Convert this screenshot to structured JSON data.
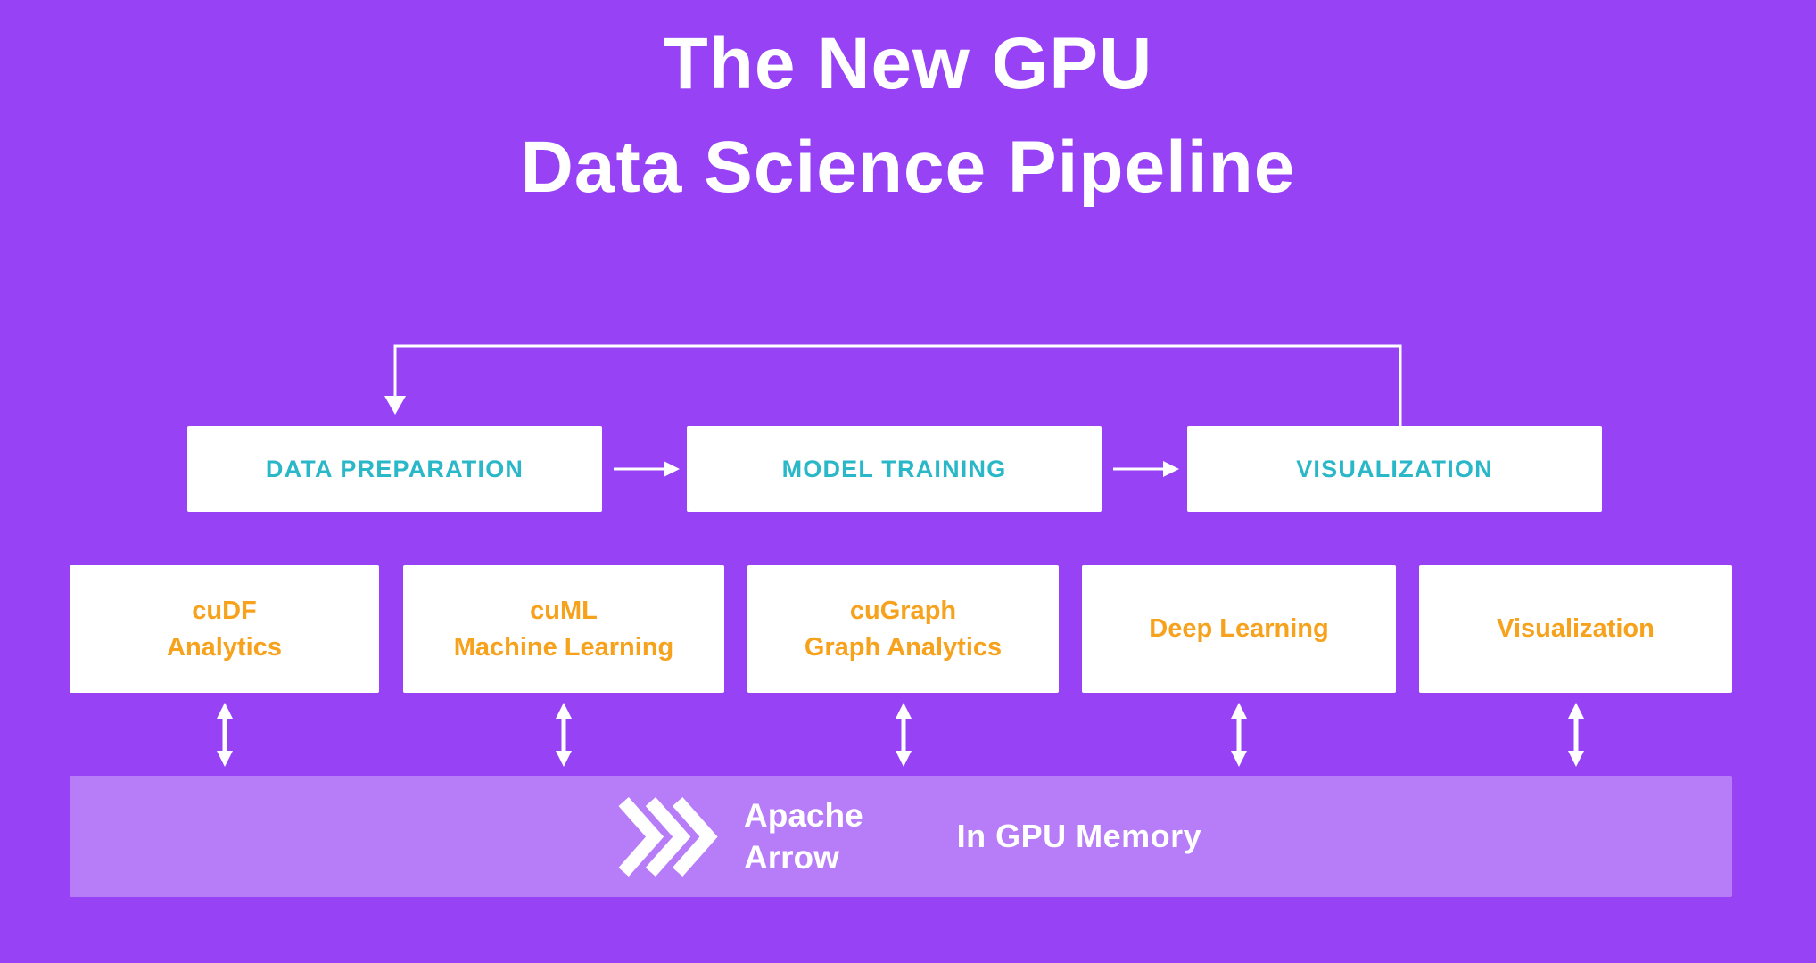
{
  "title": {
    "line1": "The New GPU",
    "line2": "Data Science Pipeline"
  },
  "pipeline": {
    "stages": [
      {
        "label": "DATA PREPARATION"
      },
      {
        "label": "MODEL TRAINING"
      },
      {
        "label": "VISUALIZATION"
      }
    ]
  },
  "libraries": [
    {
      "line1": "cuDF",
      "line2": "Analytics"
    },
    {
      "line1": "cuML",
      "line2": "Machine Learning"
    },
    {
      "line1": "cuGraph",
      "line2": "Graph Analytics"
    },
    {
      "line1": "Deep Learning",
      "line2": ""
    },
    {
      "line1": "Visualization",
      "line2": ""
    }
  ],
  "memory_bar": {
    "logo_line1": "Apache",
    "logo_line2": "Arrow",
    "label": "In GPU Memory"
  },
  "icons": {
    "apache_arrow": "triple-chevron-right",
    "stage_connector": "arrow-right",
    "memory_connector": "double-headed-vertical-arrow",
    "feedback": "loop-arrow-top"
  },
  "colors": {
    "background": "#9743f5",
    "box_background": "#ffffff",
    "stage_text": "#2ab7c8",
    "library_text": "#f6a21d",
    "bar_background": "#b77cf8",
    "title_text": "#ffffff",
    "arrow": "#ffffff"
  }
}
